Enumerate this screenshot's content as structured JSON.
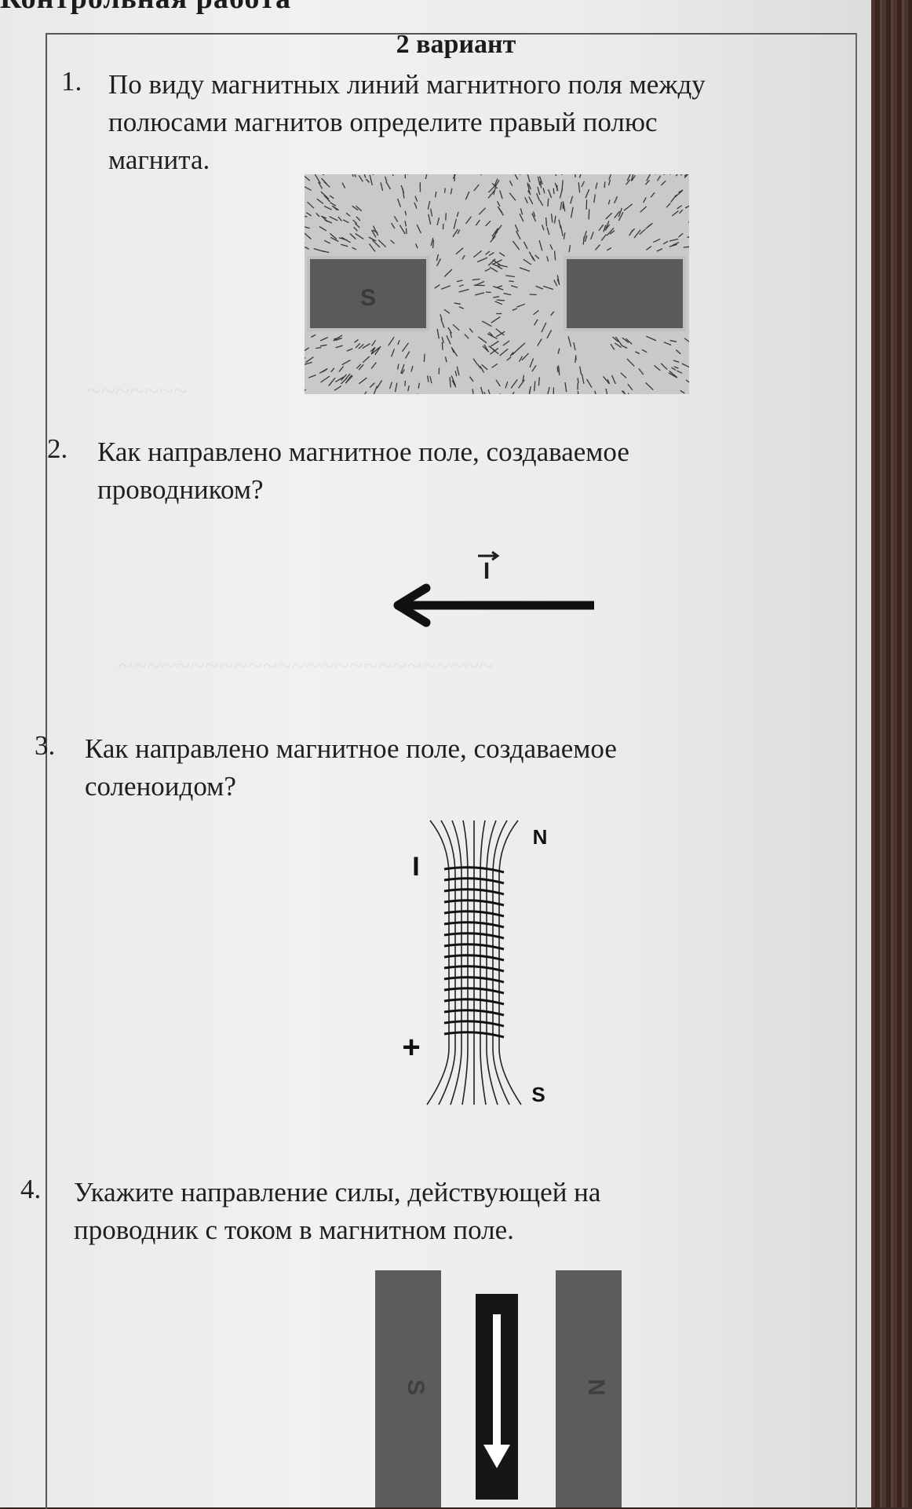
{
  "header": {
    "title": "Контрольная работа",
    "variant": "2 вариант"
  },
  "questions": [
    {
      "number": "1.",
      "lines": [
        "По виду магнитных линий магнитного поля между",
        "полюсами магнитов определите правый полюс",
        "магнита."
      ]
    },
    {
      "number": "2.",
      "lines": [
        "Как направлено магнитное поле, создаваемое",
        "проводником?"
      ]
    },
    {
      "number": "3.",
      "lines": [
        "Как направлено магнитное поле, создаваемое",
        "соленоидом?"
      ]
    },
    {
      "number": "4.",
      "lines": [
        "Укажите направление силы, действующей на",
        "проводник с током в магнитном поле."
      ]
    }
  ],
  "figures": {
    "magnets": {
      "left_pole": "S"
    },
    "conductor": {
      "current_label": "I"
    },
    "solenoid": {
      "current_label": "I",
      "plus_label": "+",
      "top_pole": "N",
      "bottom_pole": "S"
    },
    "field_magnets": {
      "left_pole": "S",
      "right_pole": "N"
    }
  }
}
